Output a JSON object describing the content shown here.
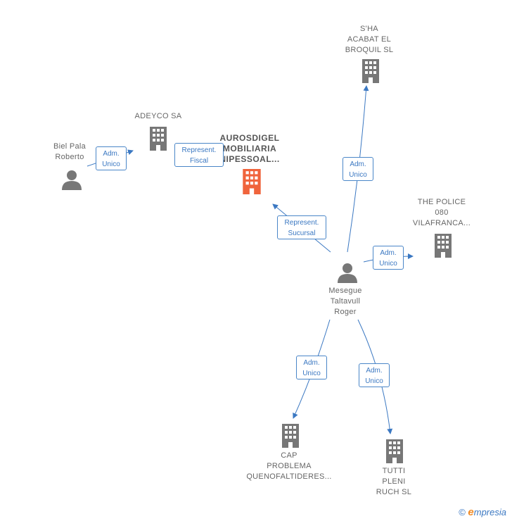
{
  "colors": {
    "edge": "#3b78c2",
    "icon": "#777777",
    "focus_icon": "#f0643c",
    "box_border": "#4a86c8"
  },
  "nodes": {
    "center_company": {
      "label": "AUROSDIGEL\nMOBILIARIA\nNIPESSOAL...",
      "icon": "building-icon"
    },
    "adeyco": {
      "label": "ADEYCO SA",
      "icon": "building-icon"
    },
    "biel": {
      "label": "Biel Pala\nRoberto",
      "icon": "person-icon"
    },
    "shaacabat": {
      "label": "S'HA\nACABAT EL\nBROQUIL  SL",
      "icon": "building-icon"
    },
    "thepolice": {
      "label": "THE POLICE\n080\nVILAFRANCA...",
      "icon": "building-icon"
    },
    "mesegue": {
      "label": "Mesegue\nTaltavull\nRoger",
      "icon": "person-icon"
    },
    "cap": {
      "label": "CAP\nPROBLEMA\nQUENOFALTIDERES...",
      "icon": "building-icon"
    },
    "tutti": {
      "label": "TUTTI\nPLENI\nRUCH SL",
      "icon": "building-icon"
    }
  },
  "edges": {
    "biel_adeyco": "Adm.\nUnico",
    "adeyco_center": "Represent.\nFiscal",
    "mesegue_center": "Represent.\nSucursal",
    "mesegue_shaacabat": "Adm.\nUnico",
    "mesegue_thepolice": "Adm.\nUnico",
    "mesegue_cap": "Adm.\nUnico",
    "mesegue_tutti": "Adm.\nUnico"
  },
  "brand": {
    "copyright": "©",
    "logo_initial": "e",
    "logo_rest": "mpresia"
  }
}
